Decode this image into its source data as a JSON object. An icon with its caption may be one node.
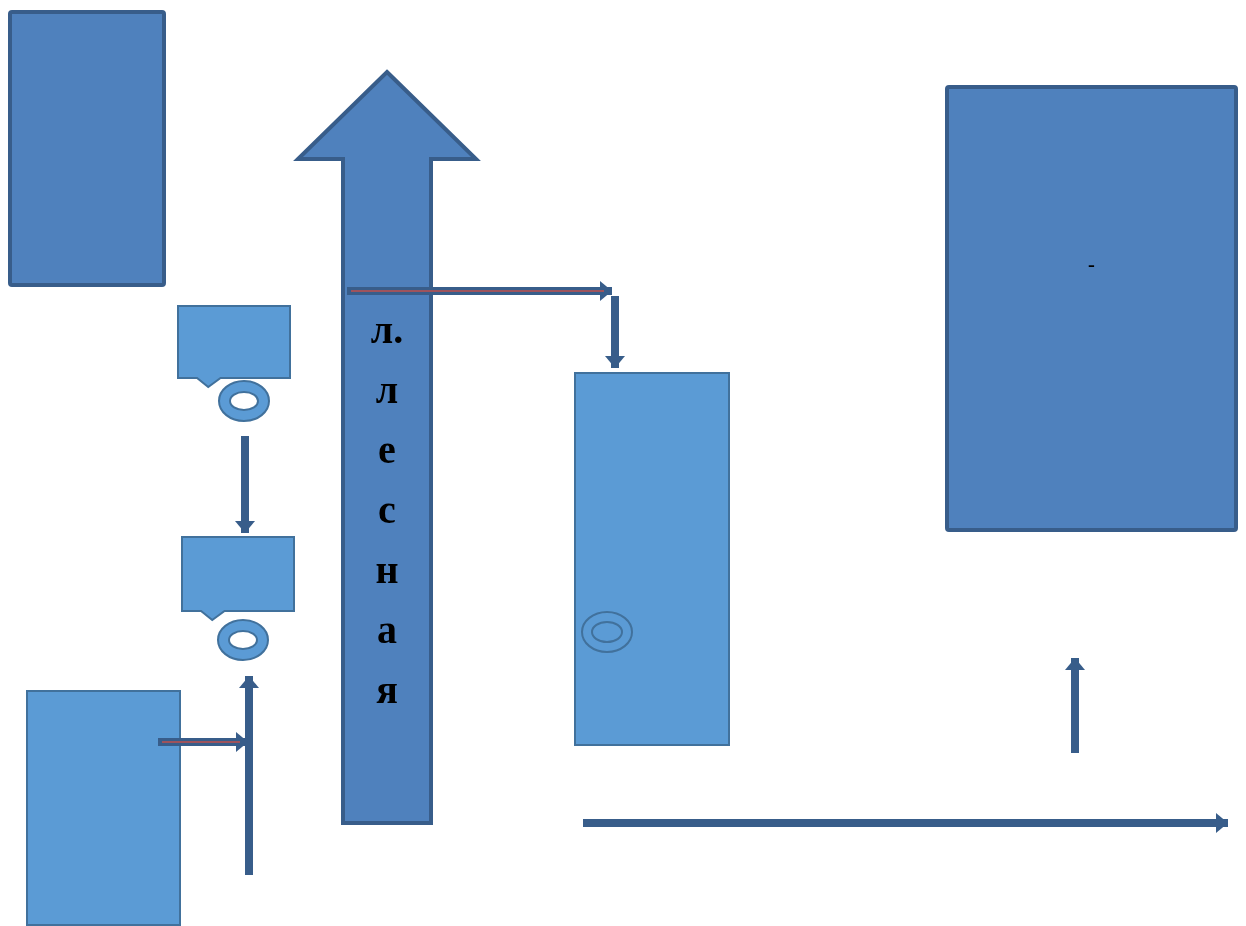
{
  "diagram": {
    "nodes": [
      {
        "text": [],
        "shape": "box"
      },
      {
        "text": [
          "л. лесная"
        ]
      },
      {
        "text": [],
        "shape": "box"
      },
      {
        "text": [],
        "shape": "box"
      },
      {
        "text": [],
        "shape": "box"
      },
      {
        "text": [],
        "shape": "box"
      },
      {
        "text": [
          "-"
        ]
      }
    ],
    "edges": [
      {
        "from": 1,
        "to": null,
        "arrow": "to"
      },
      {
        "from": null,
        "to": 5,
        "arrow": "to"
      },
      {
        "from": 2,
        "to": 3,
        "arrow": "to"
      },
      {
        "from": null,
        "to": 3,
        "arrow": "to"
      },
      {
        "from": 4,
        "to": null,
        "arrow": "to"
      }
    ]
  }
}
